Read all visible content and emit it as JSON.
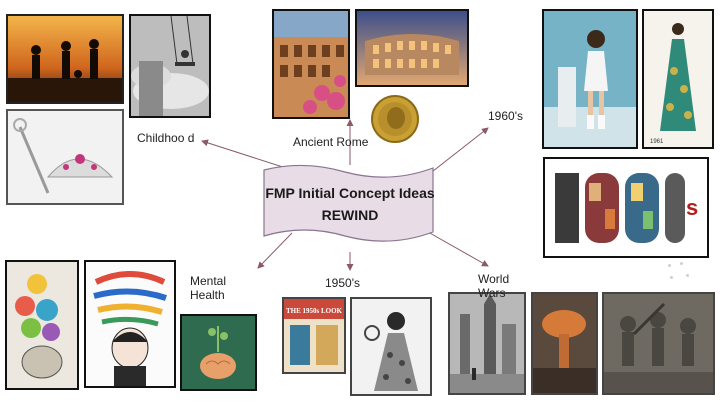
{
  "central": {
    "line1": "FMP Initial  Concept Ideas",
    "line2": "REWIND"
  },
  "topics": {
    "childhood": "Childhoo d",
    "ancient_rome": "Ancient Rome",
    "sixties": "1960's",
    "mental_health": "Mental Health",
    "fifties": "1950's",
    "world_wars": "World Wars"
  },
  "images": {
    "fifties_magazine_text": "THE 1950s LOOK",
    "sixties_logo_text": "1960s",
    "sixties_photo_label": "1961"
  },
  "colors": {
    "banner_fill": "#e8dce6",
    "banner_stroke": "#8a7490",
    "arrow": "#8a5a66"
  }
}
